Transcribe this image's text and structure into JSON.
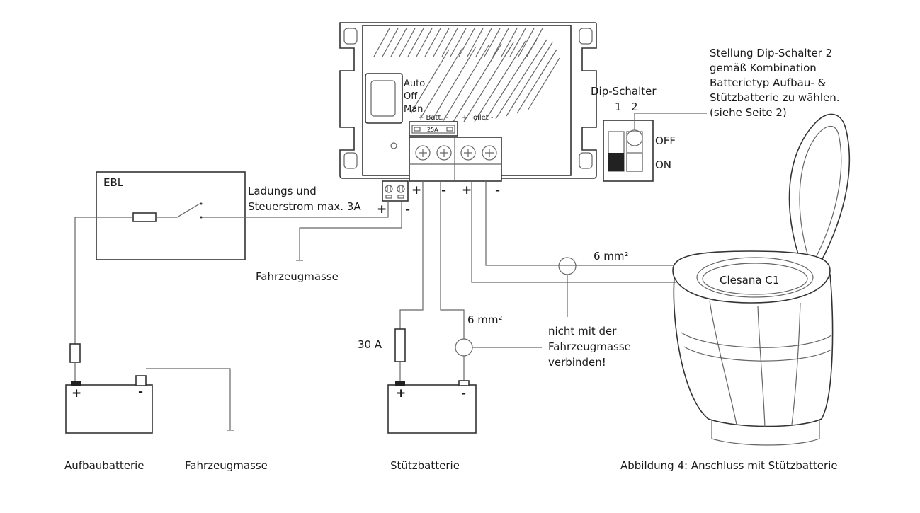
{
  "controller": {
    "modes": [
      "Auto",
      "Off",
      "Man"
    ],
    "batt_label": "+ Batt. -",
    "toilet_label": "+ Toilet -",
    "fuse_label": "25A",
    "plus": "+",
    "minus": "-"
  },
  "ebl": {
    "label": "EBL"
  },
  "charge_note": {
    "line1": "Ladungs und",
    "line2": "Steuerstrom max. 3A"
  },
  "vehicle_ground_top": "Fahrzeugmasse",
  "dip": {
    "title": "Dip-Schalter",
    "num1": "1",
    "num2": "2",
    "off": "OFF",
    "on": "ON",
    "note": [
      "Stellung Dip-Schalter 2",
      "gemäß Kombination",
      "Batterietyp Aufbau- &",
      "Stützbatterie zu wählen.",
      "(siehe Seite 2)"
    ]
  },
  "cable_top": "6 mm²",
  "cable_bottom": "6 mm²",
  "toilet_label": "Clesana C1",
  "fuse_30a": "30 A",
  "warning": [
    "nicht mit der",
    "Fahrzeugmasse",
    "verbinden!"
  ],
  "captions": {
    "house_battery": "Aufbaubatterie",
    "vehicle_ground": "Fahrzeugmasse",
    "support_battery": "Stützbatterie",
    "figure": "Abbildung 4: Anschluss mit Stützbatterie"
  }
}
